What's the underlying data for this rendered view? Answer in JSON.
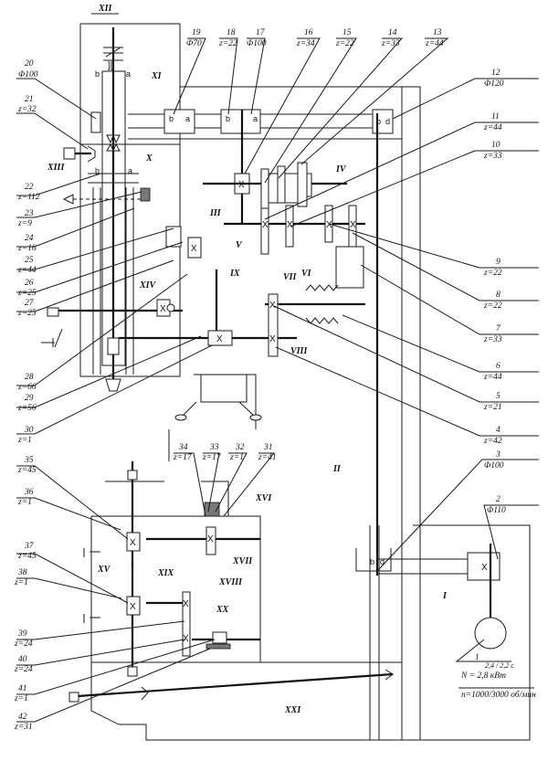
{
  "title": "Kinematic scheme of vertical drilling machine",
  "parts": [
    {
      "id": "1",
      "num": "1",
      "spec": "N = 2,8 кВт",
      "spec2": "n=1000/3000 об/мин",
      "spec_note": "2,4 / 2,2 с"
    },
    {
      "id": "2",
      "num": "2",
      "spec": "Φ110"
    },
    {
      "id": "3",
      "num": "3",
      "spec": "Φ100"
    },
    {
      "id": "4",
      "num": "4",
      "spec": "z=42"
    },
    {
      "id": "5",
      "num": "5",
      "spec": "z=21"
    },
    {
      "id": "6",
      "num": "6",
      "spec": "z=44"
    },
    {
      "id": "7",
      "num": "7",
      "spec": "z=33"
    },
    {
      "id": "8",
      "num": "8",
      "spec": "z=22"
    },
    {
      "id": "9",
      "num": "9",
      "spec": "z=22"
    },
    {
      "id": "10",
      "num": "10",
      "spec": "z=33"
    },
    {
      "id": "11",
      "num": "11",
      "spec": "z=44"
    },
    {
      "id": "12",
      "num": "12",
      "spec": "Φ120"
    },
    {
      "id": "13",
      "num": "13",
      "spec": "z=44"
    },
    {
      "id": "14",
      "num": "14",
      "spec": "z=33"
    },
    {
      "id": "15",
      "num": "15",
      "spec": "z=22"
    },
    {
      "id": "16",
      "num": "16",
      "spec": "z=34"
    },
    {
      "id": "17",
      "num": "17",
      "spec": "Φ100"
    },
    {
      "id": "18",
      "num": "18",
      "spec": "z=22"
    },
    {
      "id": "19",
      "num": "19",
      "spec": "Φ70"
    },
    {
      "id": "20",
      "num": "20",
      "spec": "Φ100"
    },
    {
      "id": "21",
      "num": "21",
      "spec": "z=32"
    },
    {
      "id": "22",
      "num": "22",
      "spec": "z=112"
    },
    {
      "id": "23",
      "num": "23",
      "spec": "z=9"
    },
    {
      "id": "24",
      "num": "24",
      "spec": "z=16"
    },
    {
      "id": "25",
      "num": "25",
      "spec": "z=44"
    },
    {
      "id": "26",
      "num": "26",
      "spec": "z=25"
    },
    {
      "id": "27",
      "num": "27",
      "spec": "z=25"
    },
    {
      "id": "28",
      "num": "28",
      "spec": "z=66"
    },
    {
      "id": "29",
      "num": "29",
      "spec": "z=56"
    },
    {
      "id": "30",
      "num": "30",
      "spec": "z=1"
    },
    {
      "id": "31",
      "num": "31",
      "spec": "z=41"
    },
    {
      "id": "32",
      "num": "32",
      "spec": "z=1"
    },
    {
      "id": "33",
      "num": "33",
      "spec": "z=17"
    },
    {
      "id": "34",
      "num": "34",
      "spec": "z=17"
    },
    {
      "id": "35",
      "num": "35",
      "spec": "z=45"
    },
    {
      "id": "36",
      "num": "36",
      "spec": "z=1"
    },
    {
      "id": "37",
      "num": "37",
      "spec": "z=45"
    },
    {
      "id": "38",
      "num": "38",
      "spec": "z=1"
    },
    {
      "id": "39",
      "num": "39",
      "spec": "z=24"
    },
    {
      "id": "40",
      "num": "40",
      "spec": "z=24"
    },
    {
      "id": "41",
      "num": "41",
      "spec": "z=1"
    },
    {
      "id": "42",
      "num": "42",
      "spec": "z=31"
    }
  ],
  "shafts": [
    "I",
    "II",
    "III",
    "IV",
    "V",
    "VI",
    "VII",
    "VIII",
    "IX",
    "X",
    "XI",
    "XII",
    "XIII",
    "XIV",
    "XV",
    "XVI",
    "XVII",
    "XVIII",
    "XIX",
    "XX",
    "XXI"
  ],
  "glyphs": {
    "bearing_b": "b",
    "bearing_a": "a",
    "bearing_d": "d",
    "gear_mark": "X"
  }
}
